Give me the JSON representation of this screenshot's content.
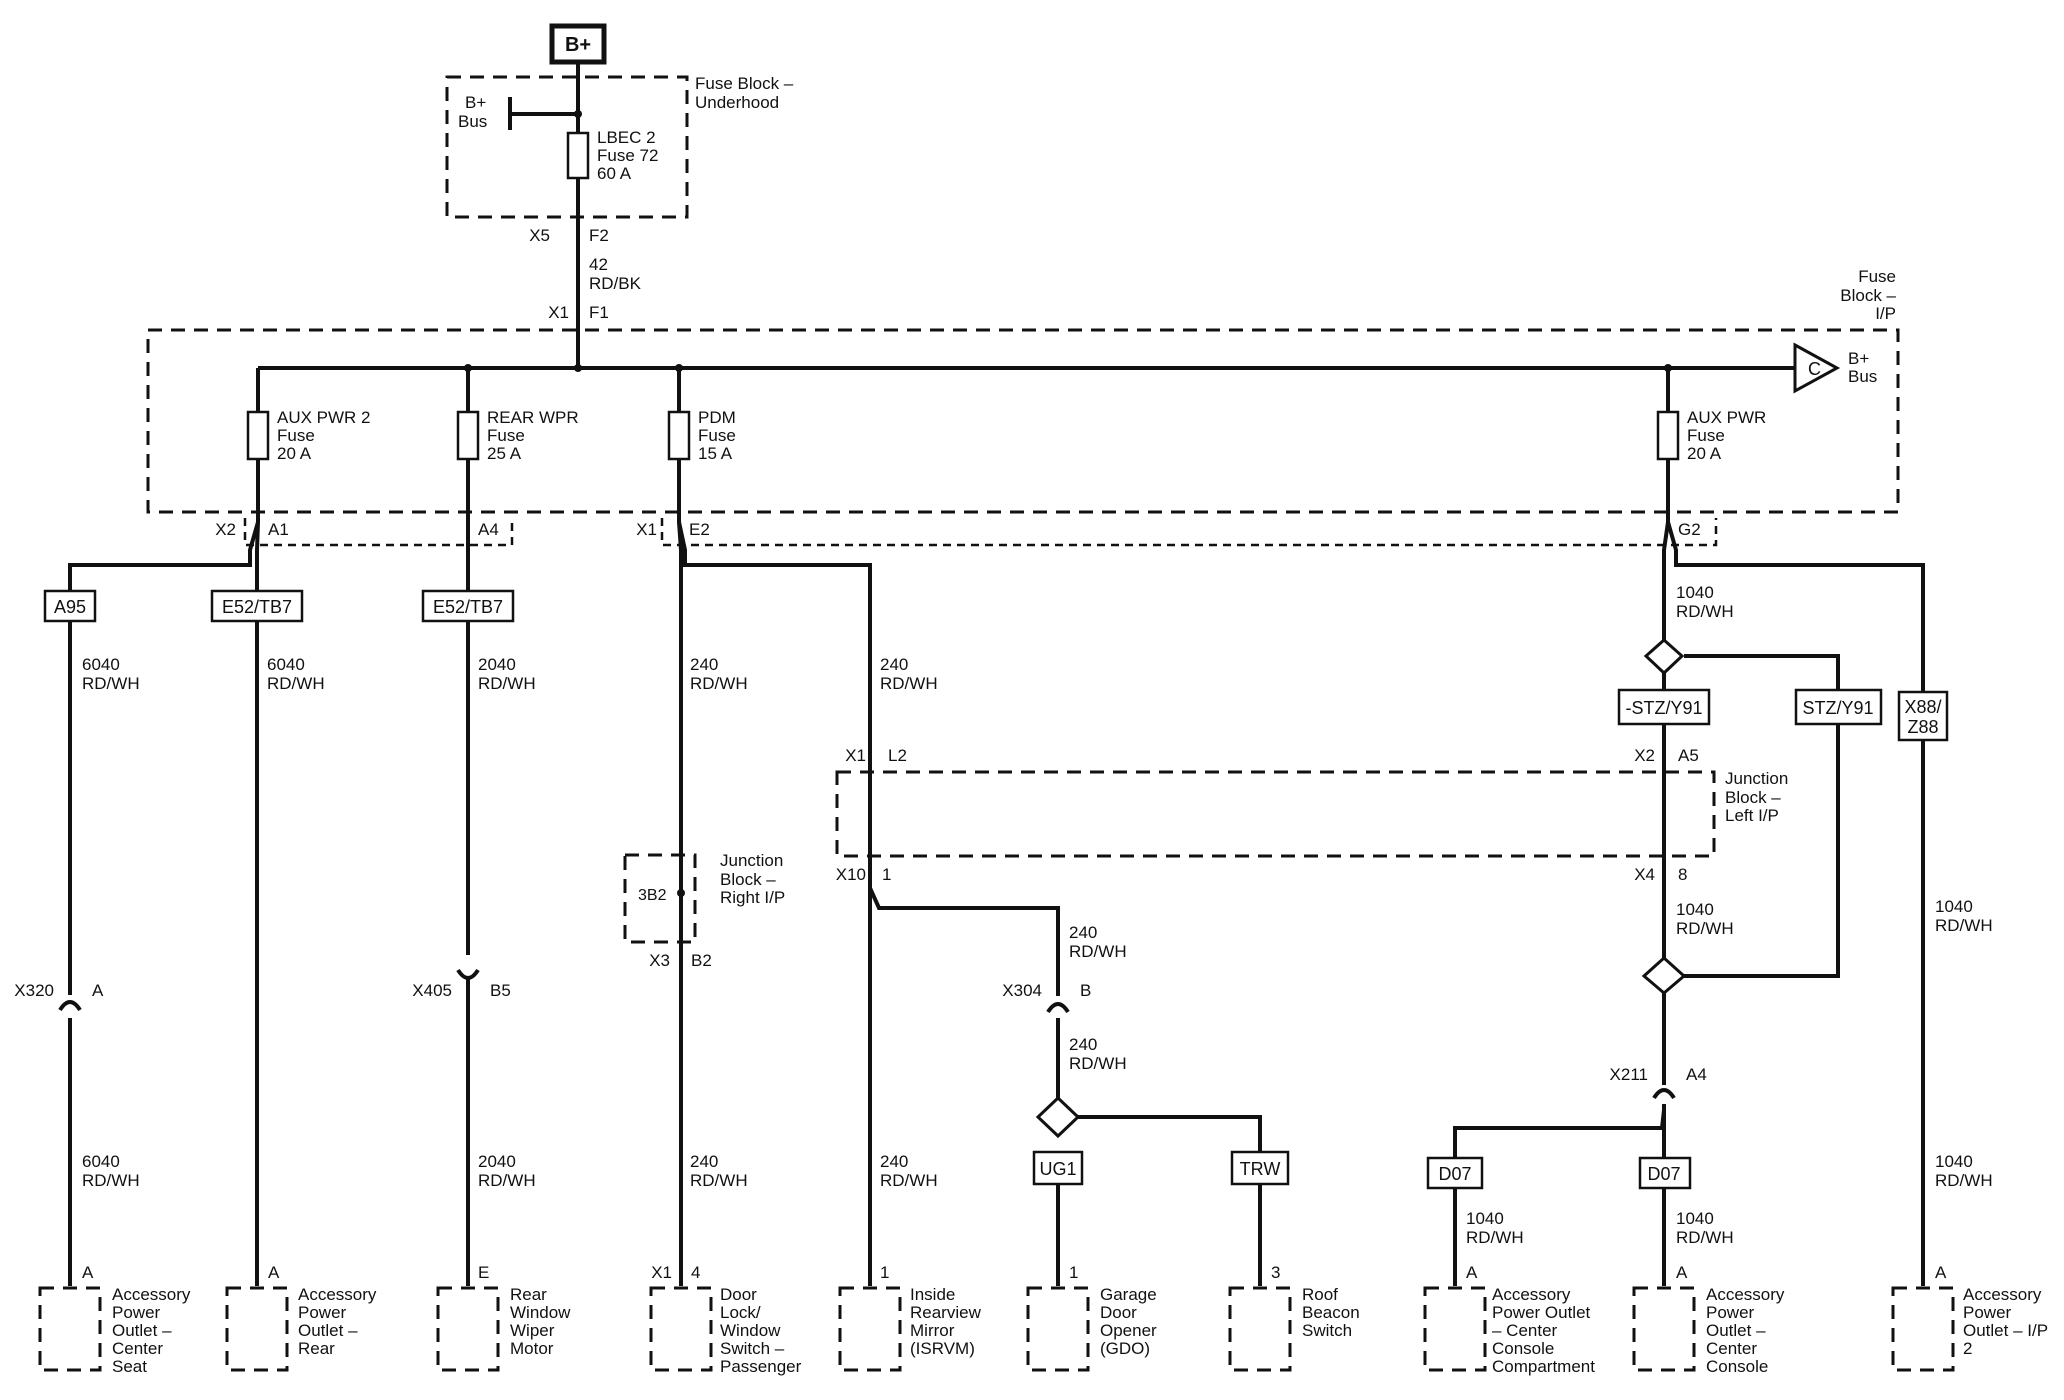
{
  "source": {
    "label": "B+"
  },
  "underhood": {
    "title": [
      "Fuse Block –",
      "Underhood"
    ],
    "bus": [
      "B+",
      "Bus"
    ],
    "fuse": [
      "LBEC 2",
      "Fuse 72",
      "60 A"
    ],
    "pin_left": "X5",
    "pin_right": "F2"
  },
  "feed_wire": [
    "42",
    "RD/BK"
  ],
  "ip_block": {
    "title": [
      "Fuse",
      "Block –",
      "I/P"
    ],
    "pin_left": "X1",
    "pin_right": "F1",
    "bus_ref": "C",
    "bus_label": [
      "B+",
      "Bus"
    ],
    "fuses": [
      {
        "label": [
          "AUX PWR 2",
          "Fuse",
          "20 A"
        ]
      },
      {
        "label": [
          "REAR WPR",
          "Fuse",
          "25 A"
        ]
      },
      {
        "label": [
          "PDM",
          "Fuse",
          "15 A"
        ]
      },
      {
        "label": [
          "AUX PWR",
          "Fuse",
          "20 A"
        ]
      }
    ],
    "outputs": [
      {
        "connector": "X2",
        "pin": "A1"
      },
      {
        "connector": "",
        "pin": "A4"
      },
      {
        "connector": "X1",
        "pin": "E2"
      },
      {
        "connector": "",
        "pin": "G2"
      }
    ]
  },
  "option_boxes": [
    "A95",
    "E52/TB7",
    "E52/TB7",
    "-STZ/Y91",
    "STZ/Y91",
    "X88/",
    "Z88",
    "UG1",
    "TRW",
    "D07",
    "D07"
  ],
  "wires": [
    {
      "circuit": "6040",
      "color": "RD/WH"
    },
    {
      "circuit": "6040",
      "color": "RD/WH"
    },
    {
      "circuit": "2040",
      "color": "RD/WH"
    },
    {
      "circuit": "240",
      "color": "RD/WH"
    },
    {
      "circuit": "240",
      "color": "RD/WH"
    },
    {
      "circuit": "1040",
      "color": "RD/WH"
    },
    {
      "circuit": "1040",
      "color": "RD/WH"
    },
    {
      "circuit": "6040",
      "color": "RD/WH"
    },
    {
      "circuit": "2040",
      "color": "RD/WH"
    },
    {
      "circuit": "240",
      "color": "RD/WH"
    },
    {
      "circuit": "240",
      "color": "RD/WH"
    },
    {
      "circuit": "240",
      "color": "RD/WH"
    },
    {
      "circuit": "240",
      "color": "RD/WH"
    },
    {
      "circuit": "1040",
      "color": "RD/WH"
    },
    {
      "circuit": "1040",
      "color": "RD/WH"
    },
    {
      "circuit": "1040",
      "color": "RD/WH"
    },
    {
      "circuit": "1040",
      "color": "RD/WH"
    }
  ],
  "left_ip_block": {
    "title": [
      "Junction",
      "Block –",
      "Left I/P"
    ],
    "pins": [
      {
        "connector": "X1",
        "pin": "L2"
      },
      {
        "connector": "X2",
        "pin": "A5"
      },
      {
        "connector": "X10",
        "pin": "1"
      },
      {
        "connector": "X4",
        "pin": "8"
      }
    ]
  },
  "right_ip_block": {
    "title": [
      "Junction",
      "Block –",
      "Right I/P"
    ],
    "splice": "3B2",
    "pin_left": "X3",
    "pin_right": "B2"
  },
  "inline_connectors": [
    {
      "name": "X320",
      "pin": "A"
    },
    {
      "name": "X405",
      "pin": "B5"
    },
    {
      "name": "X304",
      "pin": "B"
    },
    {
      "name": "X211",
      "pin": "A4"
    }
  ],
  "loads": [
    {
      "pin": "A",
      "label": [
        "Accessory",
        "Power",
        "Outlet –",
        "Center",
        "Seat"
      ]
    },
    {
      "pin": "A",
      "label": [
        "Accessory",
        "Power",
        "Outlet –",
        "Rear"
      ]
    },
    {
      "pin": "E",
      "label": [
        "Rear",
        "Window",
        "Wiper",
        "Motor"
      ]
    },
    {
      "connector": "X1",
      "pin": "4",
      "label": [
        "Door",
        "Lock/",
        "Window",
        "Switch –",
        "Passenger"
      ]
    },
    {
      "pin": "1",
      "label": [
        "Inside",
        "Rearview",
        "Mirror",
        "(ISRVM)"
      ]
    },
    {
      "pin": "1",
      "label": [
        "Garage",
        "Door",
        "Opener",
        "(GDO)"
      ]
    },
    {
      "pin": "3",
      "label": [
        "Roof",
        "Beacon",
        "Switch"
      ]
    },
    {
      "pin": "A",
      "label": [
        "Accessory",
        "Power Outlet",
        "– Center",
        "Console",
        "Compartment"
      ]
    },
    {
      "pin": "A",
      "label": [
        "Accessory",
        "Power",
        "Outlet –",
        "Center",
        "Console"
      ]
    },
    {
      "pin": "A",
      "label": [
        "Accessory",
        "Power",
        "Outlet – I/P",
        "2"
      ]
    }
  ]
}
